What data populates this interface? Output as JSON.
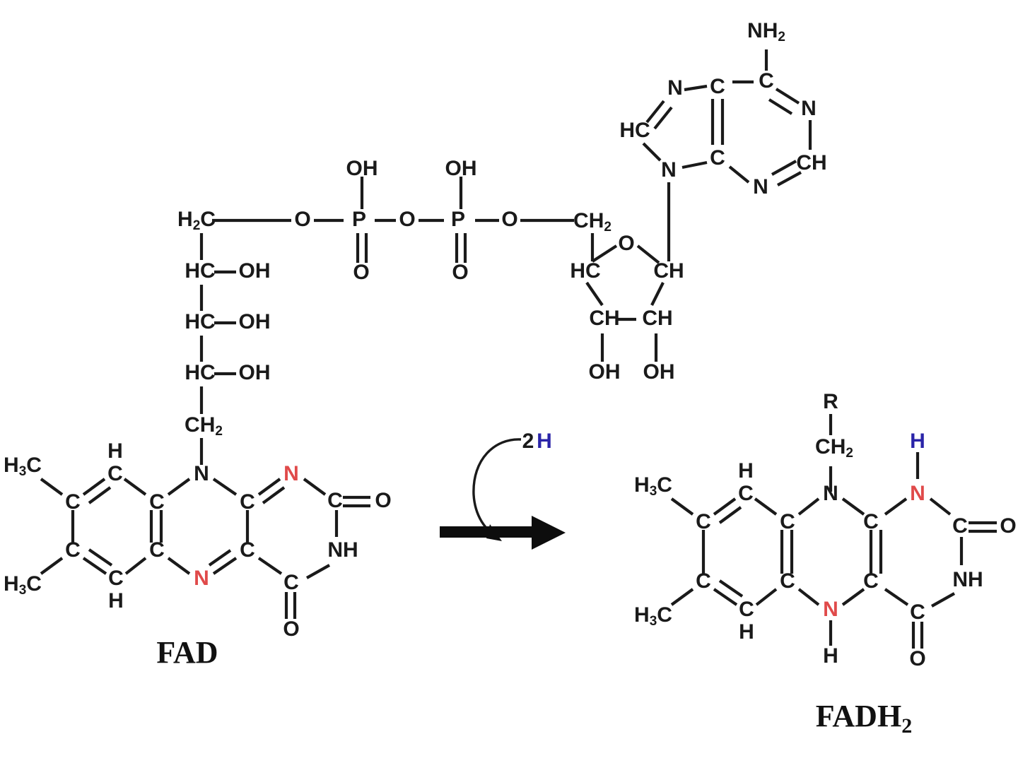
{
  "diagram": {
    "title": "FAD to FADH2 reduction",
    "background_color": "#ffffff",
    "colors": {
      "bond": "#1a1a1a",
      "nitrogen_red": "#e04a4a",
      "hydrogen_blue": "#2a24a8",
      "text_black": "#111111"
    }
  },
  "labels": {
    "fad": "FAD",
    "fadh2_base": "FADH",
    "fadh2_sub": "2",
    "reagent_count": "2",
    "reagent_atom": "H"
  },
  "adenine": {
    "name": "adenine",
    "atoms": {
      "amine": "NH",
      "amine_sub": "2",
      "c6": "C",
      "n1": "N",
      "c2": "CH",
      "n3": "N",
      "c4": "C",
      "c5": "C",
      "n7": "N",
      "c8": "HC",
      "n9": "N"
    }
  },
  "ribose": {
    "name": "ribose",
    "atoms": {
      "c5": "CH",
      "c5_sub": "2",
      "ring_o": "O",
      "c4": "HC",
      "c1": "CH",
      "c3": "CH",
      "c2": "CH",
      "oh3": "OH",
      "oh2": "OH"
    }
  },
  "pyrophosphate": {
    "name": "diphosphate-bridge",
    "atoms": {
      "o_left": "O",
      "p1": "P",
      "p1_oh": "OH",
      "p1_o": "O",
      "o_mid": "O",
      "p2": "P",
      "p2_oh": "OH",
      "p2_o": "O",
      "o_right": "O"
    }
  },
  "ribitol": {
    "name": "ribitol-chain",
    "atoms": {
      "c1": "H",
      "c1_sub": "2",
      "c1_tail": "C",
      "c2": "HC",
      "oh2": "OH",
      "c3": "HC",
      "oh3": "OH",
      "c4": "HC",
      "oh4": "OH",
      "c5": "CH",
      "c5_sub": "2"
    }
  },
  "fad_ring": {
    "name": "isoalloxazine-oxidized",
    "atoms": {
      "me_top": "H",
      "me_top_sub": "3",
      "me_top_tail": "C",
      "me_bot": "H",
      "me_bot_sub": "3",
      "me_bot_tail": "C",
      "c_tl": "C",
      "c_bl": "C",
      "ch_top": "C",
      "ch_top_h": "H",
      "ch_bot": "C",
      "ch_bot_h": "H",
      "c_top_mid": "C",
      "c_bot_mid": "C",
      "n10": "N",
      "n5": "N",
      "c10a": "C",
      "c4a": "C",
      "n1": "N",
      "c2": "C",
      "o2": "O",
      "n3": "NH",
      "c4": "C",
      "o4": "O",
      "ch2_link": "CH",
      "ch2_link_sub": "2"
    }
  },
  "fadh2_ring": {
    "name": "isoalloxazine-reduced",
    "atoms": {
      "r_group": "R",
      "ch2_link": "CH",
      "ch2_link_sub": "2",
      "me_top": "H",
      "me_top_sub": "3",
      "me_top_tail": "C",
      "me_bot": "H",
      "me_bot_sub": "3",
      "me_bot_tail": "C",
      "c_tl": "C",
      "c_bl": "C",
      "ch_top": "C",
      "ch_top_h": "H",
      "ch_bot": "C",
      "ch_bot_h": "H",
      "c_top_mid": "C",
      "c_bot_mid": "C",
      "n10": "N",
      "n5": "N",
      "n5_h": "H",
      "c10a": "C",
      "c4a": "C",
      "n1": "N",
      "n1_h": "H",
      "c2": "C",
      "o2": "O",
      "n3": "NH",
      "c4": "C",
      "o4": "O"
    }
  }
}
